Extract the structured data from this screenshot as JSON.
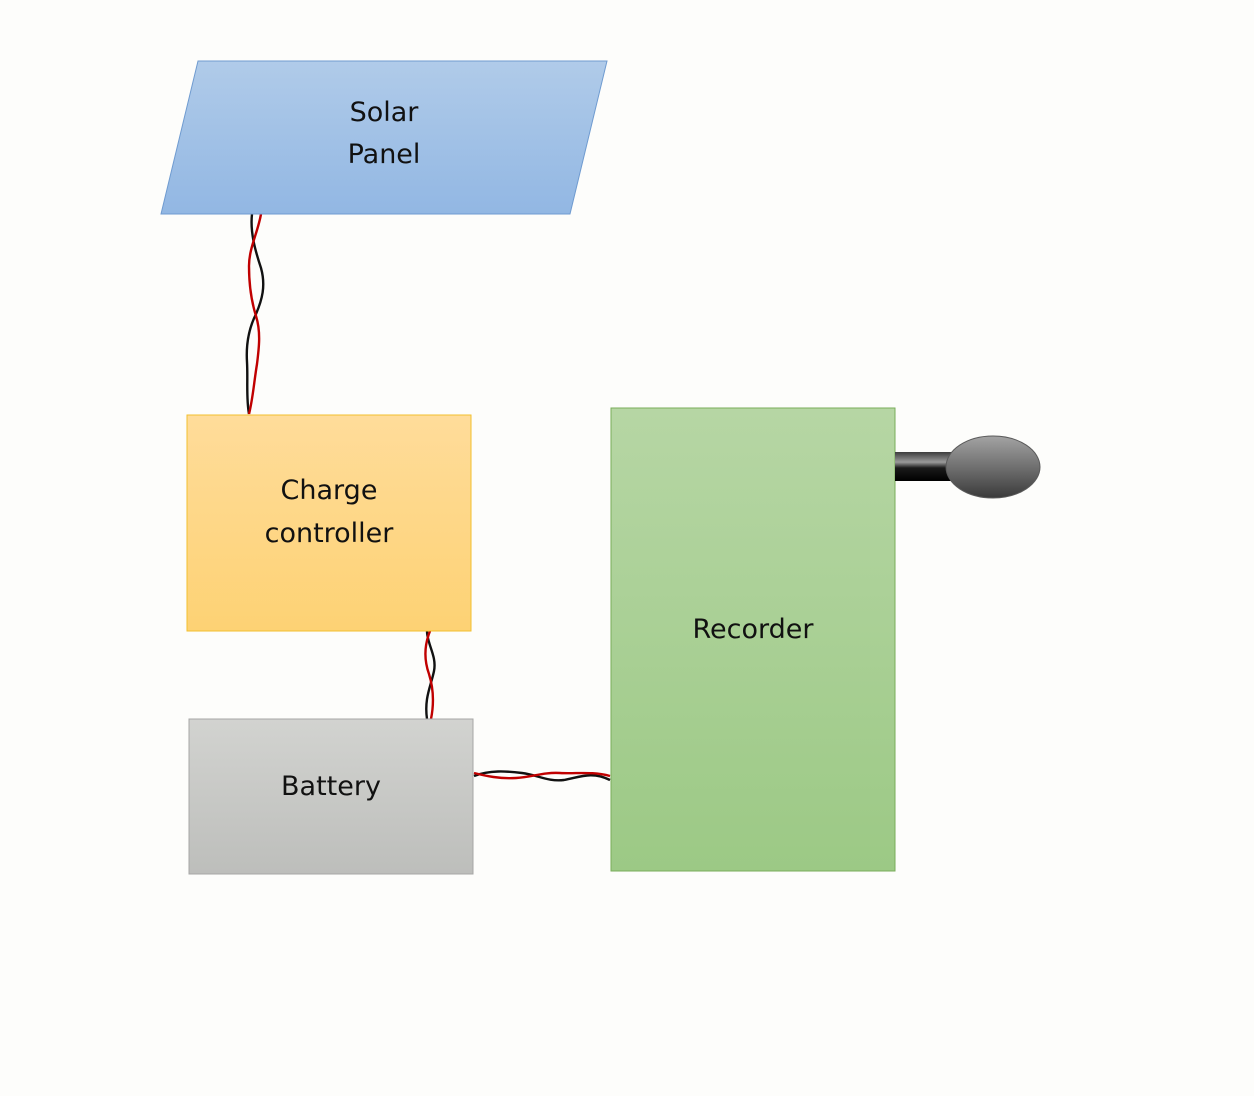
{
  "blocks": {
    "solar_panel": {
      "line1": "Solar",
      "line2": "Panel"
    },
    "charge_controller": {
      "line1": "Charge",
      "line2": "controller"
    },
    "battery": {
      "label": "Battery"
    },
    "recorder": {
      "label": "Recorder"
    }
  },
  "colors": {
    "background": "#fdfdfb",
    "solar_panel_top": "#b0cbe9",
    "solar_panel_bottom": "#92b7e3",
    "solar_panel_border": "#6f9bd0",
    "charge_controller_top": "#ffdc9a",
    "charge_controller_bottom": "#fdd274",
    "charge_controller_border": "#f2c02e",
    "battery_top": "#d2d3d0",
    "battery_bottom": "#bdbebb",
    "battery_border": "#a6a6a6",
    "recorder_top": "#b6d6a4",
    "recorder_bottom": "#9cc985",
    "recorder_border": "#79ad5a",
    "wire_positive": "#c00000",
    "wire_negative": "#111111",
    "microphone": "#5a5a5a"
  },
  "icons": {
    "microphone": "microphone-icon"
  }
}
